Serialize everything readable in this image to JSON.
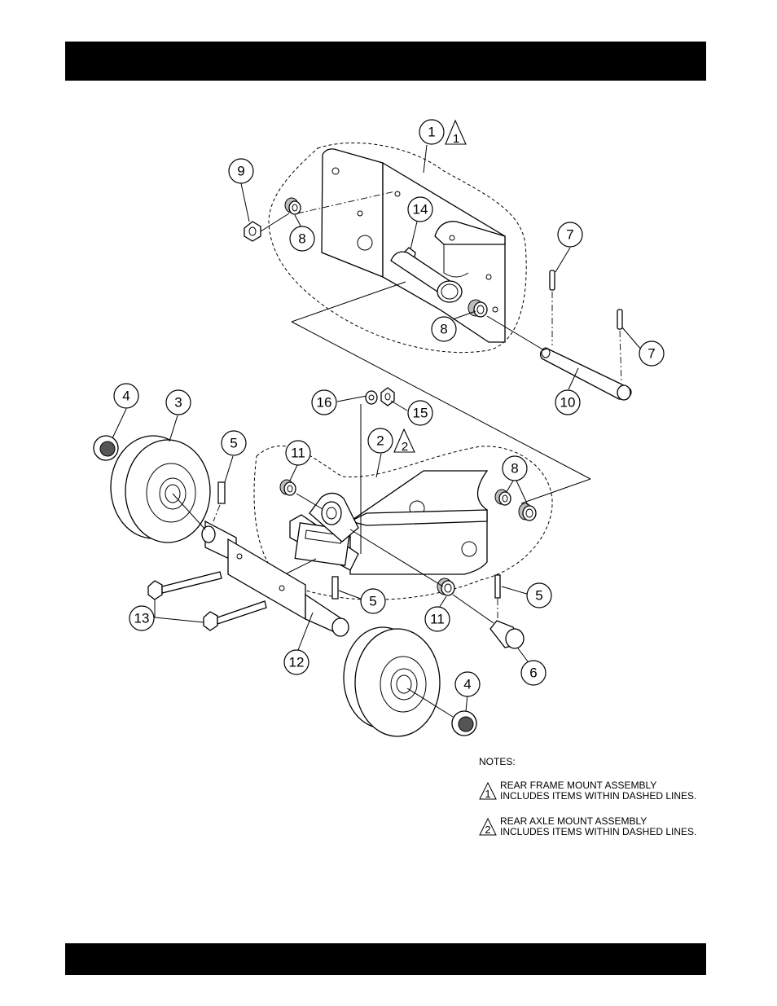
{
  "callouts": {
    "c1": "1",
    "c2": "2",
    "c3": "3",
    "c4a": "4",
    "c4b": "4",
    "c5a": "5",
    "c5b": "5",
    "c5c": "5",
    "c6": "6",
    "c7a": "7",
    "c7b": "7",
    "c8a": "8",
    "c8b": "8",
    "c8c": "8",
    "c9": "9",
    "c10": "10",
    "c11a": "11",
    "c11b": "11",
    "c12": "12",
    "c13": "13",
    "c14": "14",
    "c15": "15",
    "c16": "16"
  },
  "note_marks": {
    "m1": "1",
    "m2": "2"
  },
  "notes": {
    "title": "NOTES:",
    "items": [
      {
        "mark": "1",
        "line1": "REAR FRAME MOUNT ASSEMBLY",
        "line2": "INCLUDES ITEMS WITHIN DASHED LINES."
      },
      {
        "mark": "2",
        "line1": "REAR AXLE MOUNT ASSEMBLY",
        "line2": "INCLUDES ITEMS WITHIN DASHED LINES."
      }
    ]
  }
}
